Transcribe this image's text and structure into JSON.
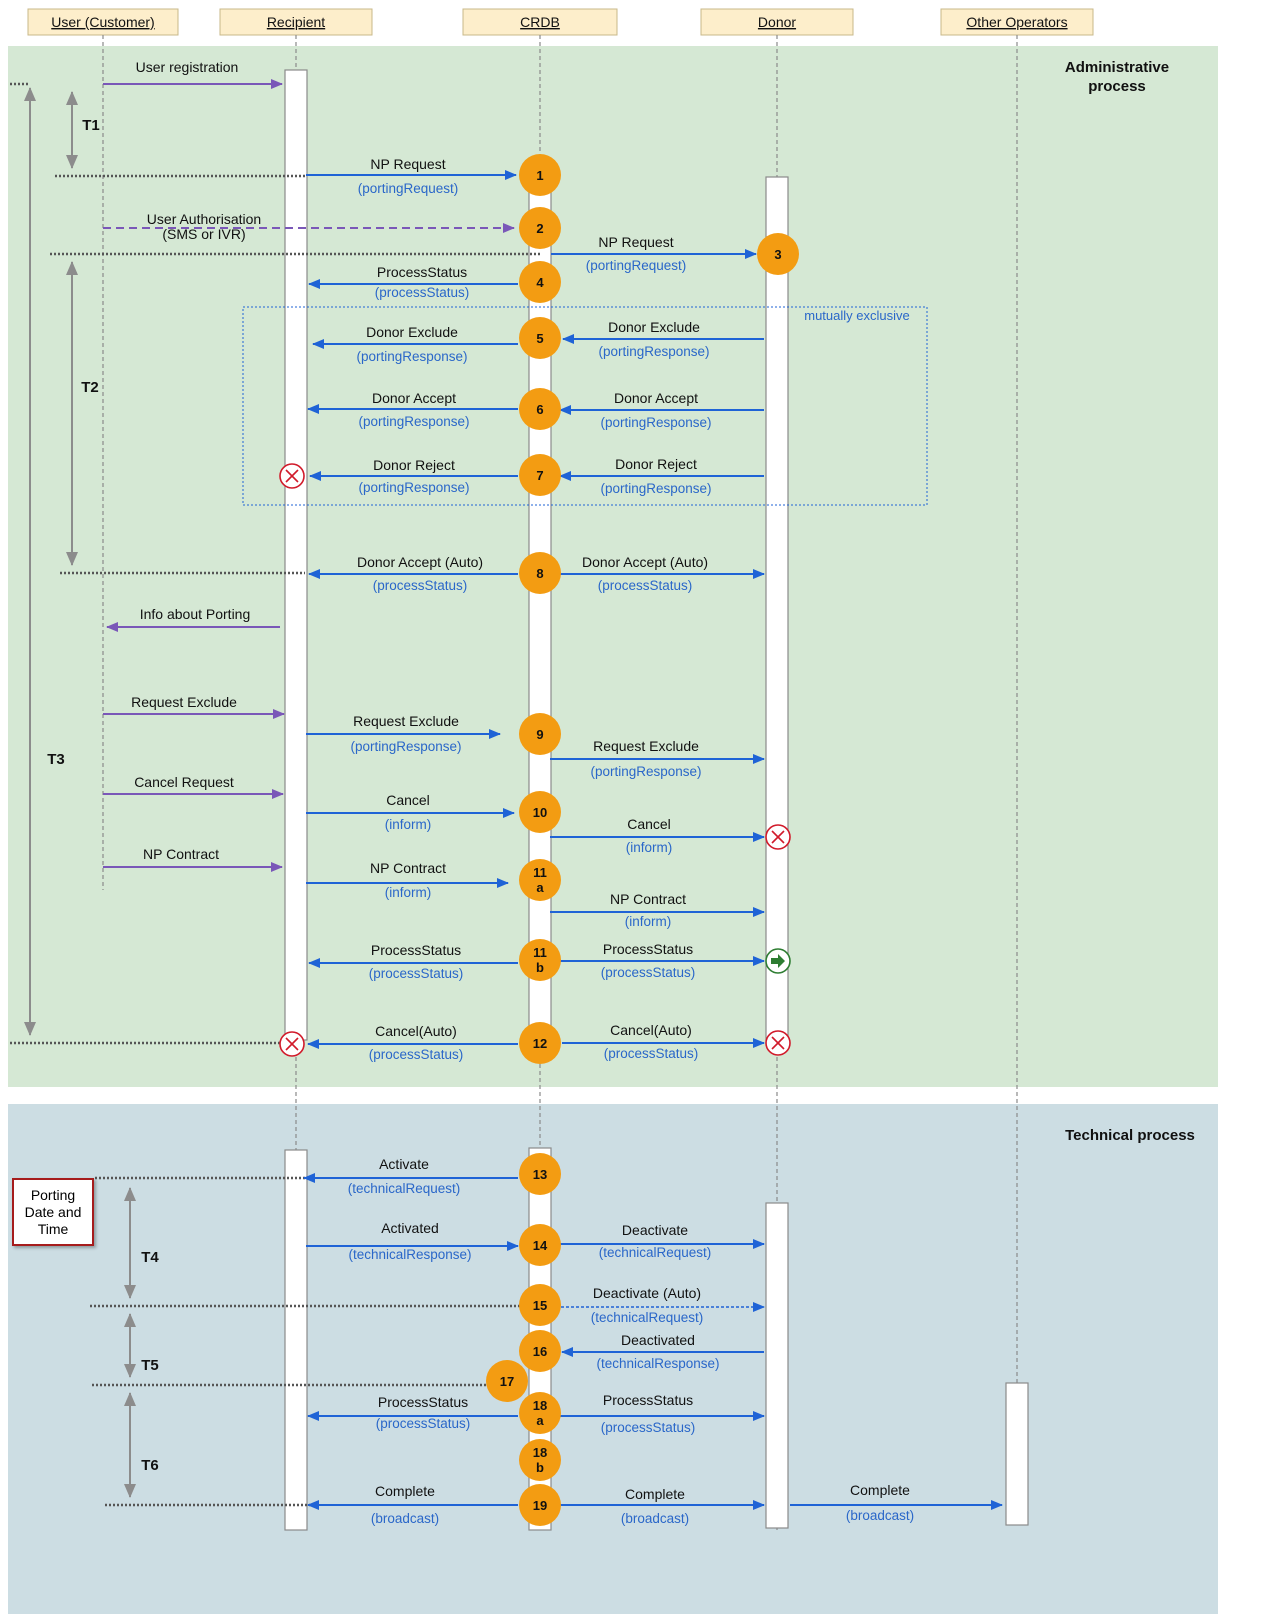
{
  "participants": [
    {
      "id": "user",
      "label": "User (Customer)"
    },
    {
      "id": "recipient",
      "label": "Recipient"
    },
    {
      "id": "crdb",
      "label": "CRDB"
    },
    {
      "id": "donor",
      "label": "Donor"
    },
    {
      "id": "other",
      "label": "Other Operators"
    }
  ],
  "sections": {
    "administrative": "Administrative\nprocess",
    "technical": "Technical process"
  },
  "mutually_exclusive_label": "mutually exclusive",
  "porting_box": "Porting\nDate and\nTime",
  "timers": [
    "T1",
    "T2",
    "T3",
    "T4",
    "T5",
    "T6"
  ],
  "steps": [
    {
      "label": "1"
    },
    {
      "label": "2"
    },
    {
      "label": "3"
    },
    {
      "label": "4"
    },
    {
      "label": "5"
    },
    {
      "label": "6"
    },
    {
      "label": "7"
    },
    {
      "label": "8"
    },
    {
      "label": "9"
    },
    {
      "label": "10"
    },
    {
      "label": "11\na"
    },
    {
      "label": "11\nb"
    },
    {
      "label": "12"
    },
    {
      "label": "13"
    },
    {
      "label": "14"
    },
    {
      "label": "15"
    },
    {
      "label": "16"
    },
    {
      "label": "17"
    },
    {
      "label": "18\na"
    },
    {
      "label": "18\nb"
    },
    {
      "label": "19"
    }
  ],
  "messages": [
    {
      "label": "User registration"
    },
    {
      "label": "NP Request",
      "sub": "(portingRequest)"
    },
    {
      "label": "User Authorisation\n(SMS or IVR)"
    },
    {
      "label": "NP Request",
      "sub": "(portingRequest)"
    },
    {
      "label": "ProcessStatus",
      "sub": "(processStatus)"
    },
    {
      "label": "Donor Exclude",
      "sub": "(portingResponse)"
    },
    {
      "label": "Donor Exclude",
      "sub": "(portingResponse)"
    },
    {
      "label": "Donor Accept",
      "sub": "(portingResponse)"
    },
    {
      "label": "Donor Accept",
      "sub": "(portingResponse)"
    },
    {
      "label": "Donor Reject",
      "sub": "(portingResponse)"
    },
    {
      "label": "Donor Reject",
      "sub": "(portingResponse)"
    },
    {
      "label": "Donor Accept (Auto)",
      "sub": "(processStatus)"
    },
    {
      "label": "Donor Accept (Auto)",
      "sub": "(processStatus)"
    },
    {
      "label": "Info about Porting"
    },
    {
      "label": "Request Exclude"
    },
    {
      "label": "Request Exclude",
      "sub": "(portingResponse)"
    },
    {
      "label": "Request Exclude",
      "sub": "(portingResponse)"
    },
    {
      "label": "Cancel Request"
    },
    {
      "label": "Cancel",
      "sub": "(inform)"
    },
    {
      "label": "Cancel",
      "sub": "(inform)"
    },
    {
      "label": "NP Contract"
    },
    {
      "label": "NP Contract",
      "sub": "(inform)"
    },
    {
      "label": "NP Contract",
      "sub": "(inform)"
    },
    {
      "label": "ProcessStatus",
      "sub": "(processStatus)"
    },
    {
      "label": "ProcessStatus",
      "sub": "(processStatus)"
    },
    {
      "label": "Cancel(Auto)",
      "sub": "(processStatus)"
    },
    {
      "label": "Cancel(Auto)",
      "sub": "(processStatus)"
    },
    {
      "label": "Activate",
      "sub": "(technicalRequest)"
    },
    {
      "label": "Activated",
      "sub": "(technicalResponse)"
    },
    {
      "label": "Deactivate",
      "sub": "(technicalRequest)"
    },
    {
      "label": "Deactivate (Auto)",
      "sub": "(technicalRequest)"
    },
    {
      "label": "Deactivated",
      "sub": "(technicalResponse)"
    },
    {
      "label": "ProcessStatus",
      "sub": "(processStatus)"
    },
    {
      "label": "ProcessStatus",
      "sub": "(processStatus)"
    },
    {
      "label": "Complete",
      "sub": "(broadcast)"
    },
    {
      "label": "Complete",
      "sub": "(broadcast)"
    },
    {
      "label": "Complete",
      "sub": "(broadcast)"
    }
  ],
  "colors": {
    "admin_bg": "#d5e8d4",
    "tech_bg": "#ccdde3",
    "header_bg": "#fdeecb",
    "arrow_blue": "#1f63d6",
    "arrow_purple": "#7a57b8",
    "step_orange": "#f39c12",
    "stop_red": "#d11a2a",
    "go_green": "#2e7d32",
    "timer_gray": "#8c8c8c",
    "sub_label": "#2a67c9"
  }
}
